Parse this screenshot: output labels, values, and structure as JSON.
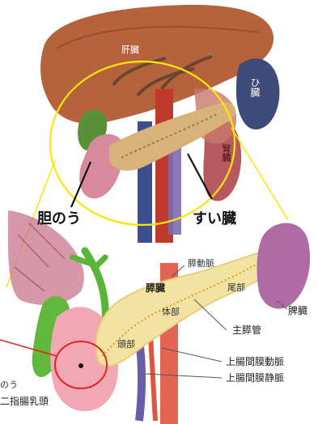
{
  "upper_labels": {
    "liver": "肝臓",
    "spleen_vertical": "ひ臓",
    "kidney_vertical": "腎臓",
    "gallbladder": "胆のう",
    "pancreas": "すい臓"
  },
  "lower_labels": {
    "pancreatic_artery": "膵動脈",
    "pancreas": "膵臓",
    "tail": "尾部",
    "body": "体部",
    "head": "頭部",
    "spleen": "脾臓",
    "main_duct": "主膵管",
    "sma": "上腸間膜動脈",
    "smv": "上腸間膜静脈",
    "gallbladder_partial": "のう",
    "papilla": "二指腸乳頭"
  },
  "colors": {
    "highlight_circle": "#ffe600",
    "callout_circle": "#e32222",
    "liver": "#b5633c",
    "pancreas": "#f3e3a2",
    "gallbladder": "#62b83c",
    "spleen": "#b06aa6",
    "duodenum": "#f2a8b2"
  }
}
